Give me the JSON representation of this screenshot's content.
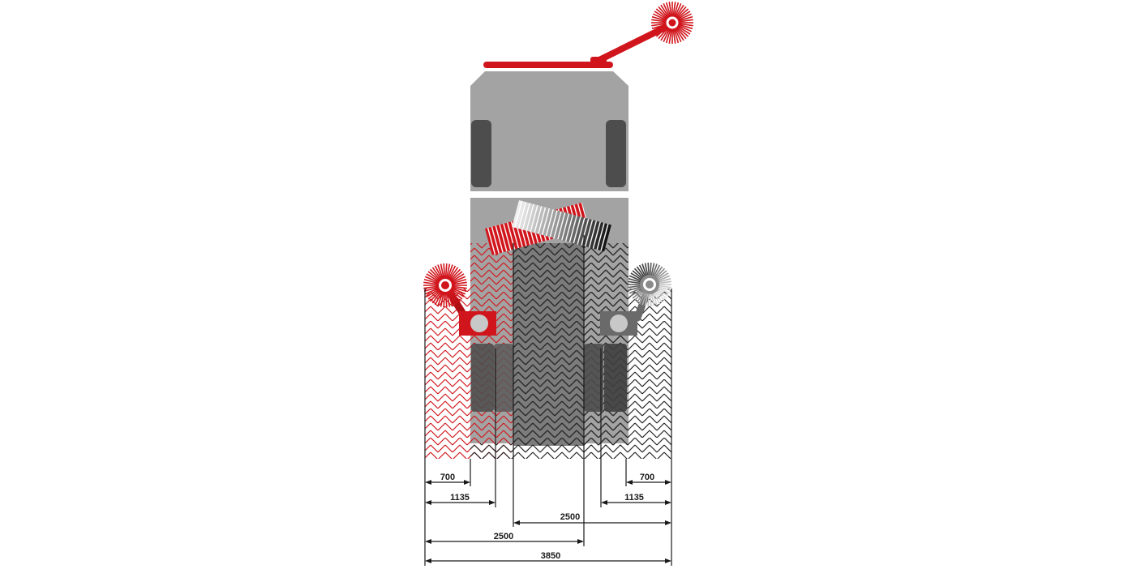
{
  "colors": {
    "accent_red": "#d0161c",
    "dark_red": "#8c0d10",
    "body_gray": "#a3a3a3",
    "dark_gray": "#4d4d4d",
    "mid_gray": "#6a6a6a",
    "light_gray": "#c8c8c8",
    "line_black": "#1a1a1a"
  },
  "dimensions": [
    {
      "id": "left-700",
      "label": "700"
    },
    {
      "id": "right-700",
      "label": "700"
    },
    {
      "id": "left-1135",
      "label": "1135"
    },
    {
      "id": "right-1135",
      "label": "1135"
    },
    {
      "id": "upper-2500",
      "label": "2500"
    },
    {
      "id": "lower-2500",
      "label": "2500"
    },
    {
      "id": "total-3850",
      "label": "3850"
    }
  ]
}
